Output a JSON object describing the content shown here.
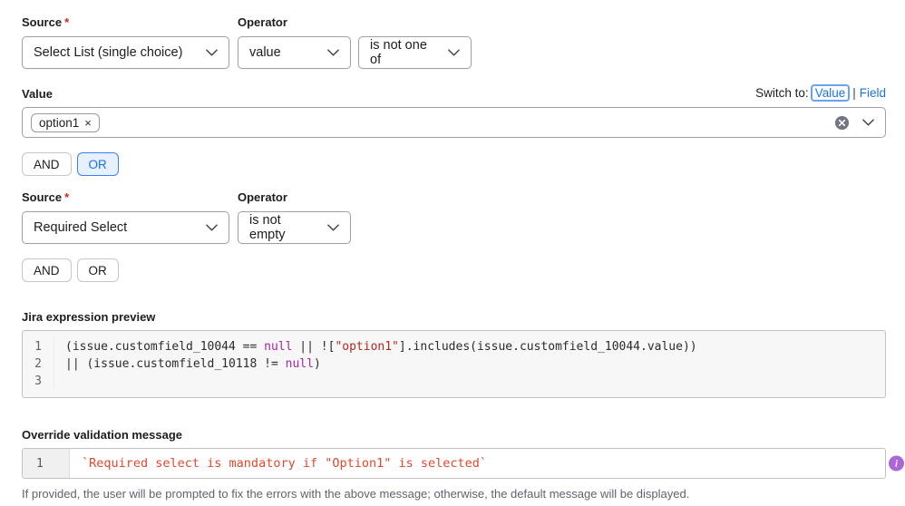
{
  "condition1": {
    "source_label": "Source",
    "required_mark": "*",
    "source_value": "Select List (single choice)",
    "operator_label": "Operator",
    "operator_value": "value",
    "operator2_value": "is not one of"
  },
  "value_field": {
    "label": "Value",
    "switch_label": "Switch to:",
    "switch_value": "Value",
    "switch_separator": "|",
    "switch_field": "Field",
    "chip": "option1",
    "chip_remove": "×"
  },
  "join1": {
    "and_label": "AND",
    "or_label": "OR",
    "selected": "OR"
  },
  "condition2": {
    "source_label": "Source",
    "required_mark": "*",
    "source_value": "Required Select",
    "operator_label": "Operator",
    "operator_value": "is not empty"
  },
  "join2": {
    "and_label": "AND",
    "or_label": "OR",
    "selected": ""
  },
  "preview": {
    "label": "Jira expression preview",
    "lines": [
      [
        {
          "t": "(issue.customfield_10044 == ",
          "c": "plain"
        },
        {
          "t": "null",
          "c": "keyword"
        },
        {
          "t": " || ![",
          "c": "plain"
        },
        {
          "t": "\"option1\"",
          "c": "string"
        },
        {
          "t": "].includes(issue.customfield_10044.value))",
          "c": "plain"
        }
      ],
      [
        {
          "t": "|| (issue.customfield_10118 != ",
          "c": "plain"
        },
        {
          "t": "null",
          "c": "keyword"
        },
        {
          "t": ")",
          "c": "plain"
        }
      ],
      []
    ]
  },
  "override": {
    "label": "Override validation message",
    "lines": [
      [
        {
          "t": "`Required select is mandatory if \"Option1\" is selected`",
          "c": "message"
        }
      ]
    ],
    "info_icon_glyph": "i",
    "help_text": "If provided, the user will be prompted to fix the errors with the above message; otherwise, the default message will be displayed."
  },
  "colors": {
    "accent_blue": "#1a73e8",
    "selected_bg": "#e7f0fd",
    "required_red": "#d5281b",
    "keyword_purple": "#a626a4",
    "string_red": "#b12a1f",
    "message_orange": "#e2482c",
    "info_purple": "#ab67d6"
  }
}
